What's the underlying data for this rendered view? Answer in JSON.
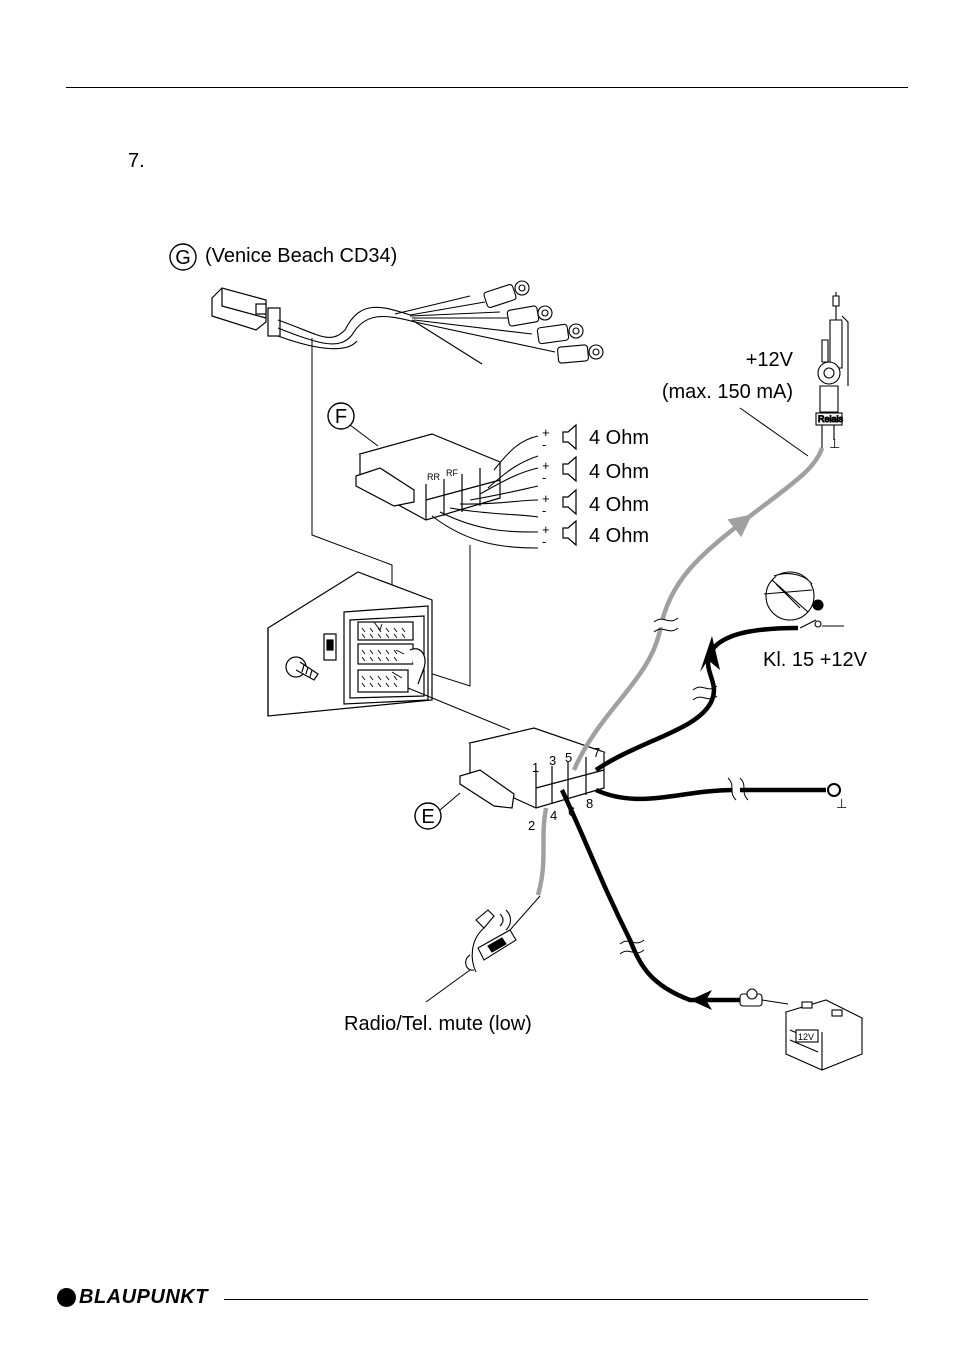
{
  "step_number": "7.",
  "connectors": {
    "g": {
      "letter": "G",
      "label": "(Venice Beach CD34)"
    },
    "f": {
      "letter": "F",
      "tags": [
        "RR",
        "RF"
      ]
    },
    "e": {
      "letter": "E"
    }
  },
  "speakers": [
    {
      "plus": "+",
      "minus": "-",
      "label": "4 Ohm"
    },
    {
      "plus": "+",
      "minus": "-",
      "label": "4 Ohm"
    },
    {
      "plus": "+",
      "minus": "-",
      "label": "4 Ohm"
    },
    {
      "plus": "+",
      "minus": "-",
      "label": "4 Ohm"
    }
  ],
  "pins": [
    "1",
    "2",
    "3",
    "4",
    "5",
    "6",
    "7",
    "8"
  ],
  "antenna": {
    "voltage": "+12V",
    "current": "(max. 150 mA)",
    "relay_label": "Relais"
  },
  "ignition": {
    "label": "Kl. 15 +12V"
  },
  "battery": {
    "label": "12V"
  },
  "mute": {
    "label": "Radio/Tel. mute (low)"
  },
  "ground_symbols": [
    "⊥",
    "⊥"
  ],
  "footer": {
    "brand": "BLAUPUNKT"
  },
  "colors": {
    "wire_black": "#000000",
    "wire_gray": "#a0a0a0"
  }
}
